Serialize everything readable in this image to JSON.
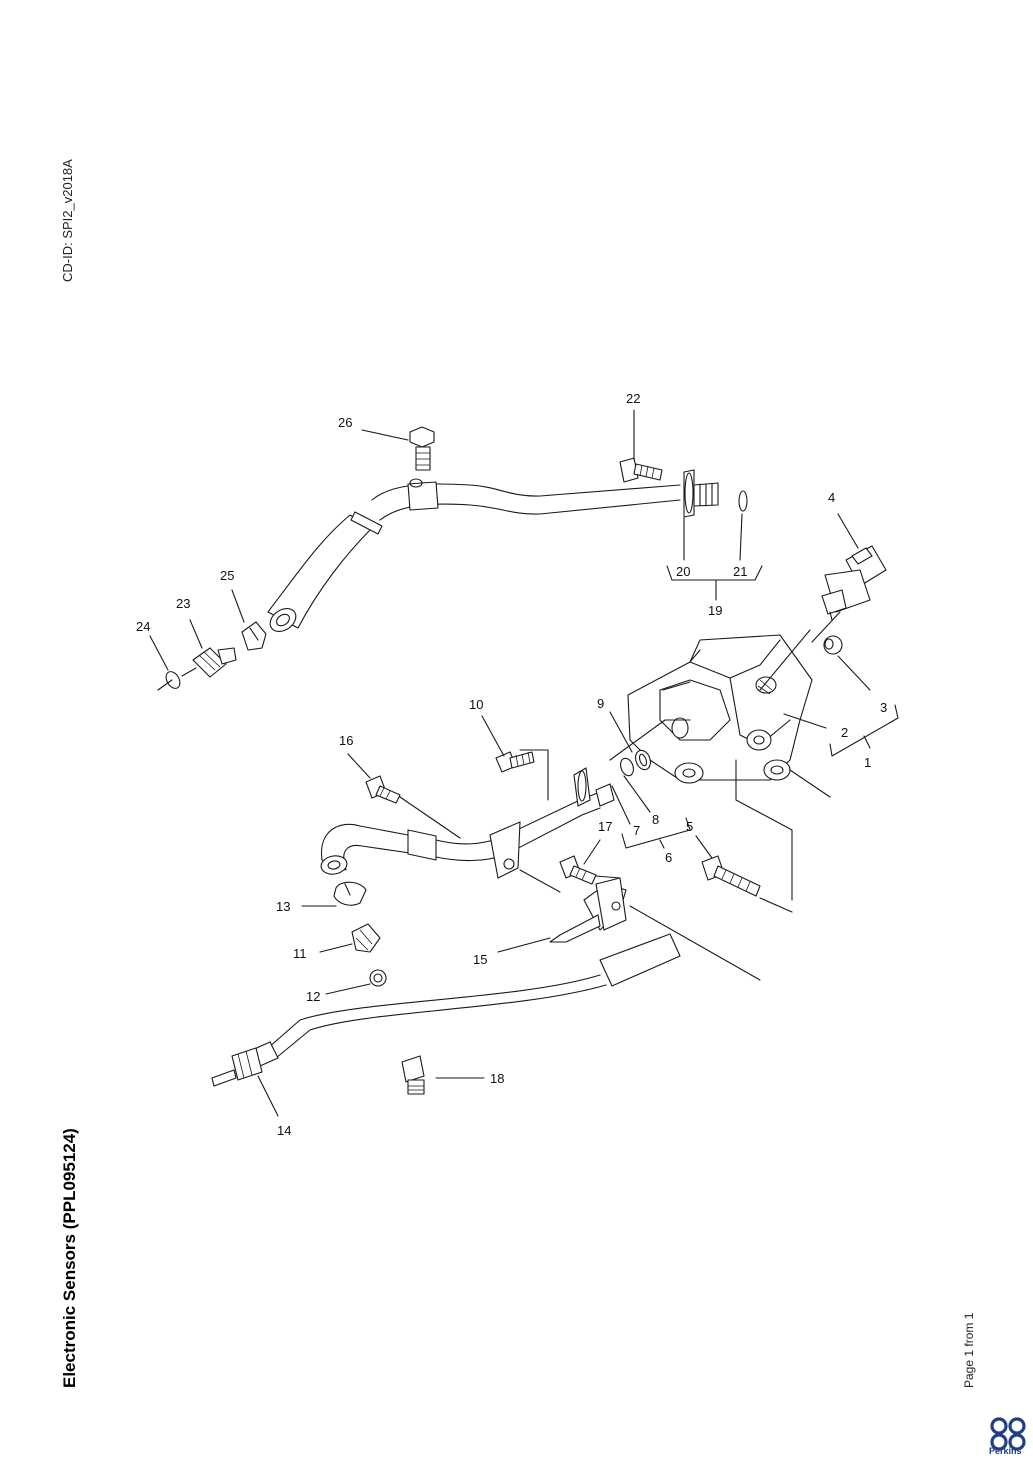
{
  "document": {
    "cd_id": "CD-ID: SPI2_v2018A",
    "title": "Electronic Sensors (PPL095124)",
    "page_info": "Page 1 from 1",
    "brand": "Perkins",
    "brand_color": "#1f3f87"
  },
  "callouts": {
    "c1": "1",
    "c2": "2",
    "c3": "3",
    "c4": "4",
    "c5": "5",
    "c6": "6",
    "c7": "7",
    "c8": "8",
    "c9": "9",
    "c10": "10",
    "c11": "11",
    "c12": "12",
    "c13": "13",
    "c14": "14",
    "c15": "15",
    "c16": "16",
    "c17": "17",
    "c18": "18",
    "c19": "19",
    "c20": "20",
    "c21": "21",
    "c22": "22",
    "c23": "23",
    "c24": "24",
    "c25": "25",
    "c26": "26"
  }
}
